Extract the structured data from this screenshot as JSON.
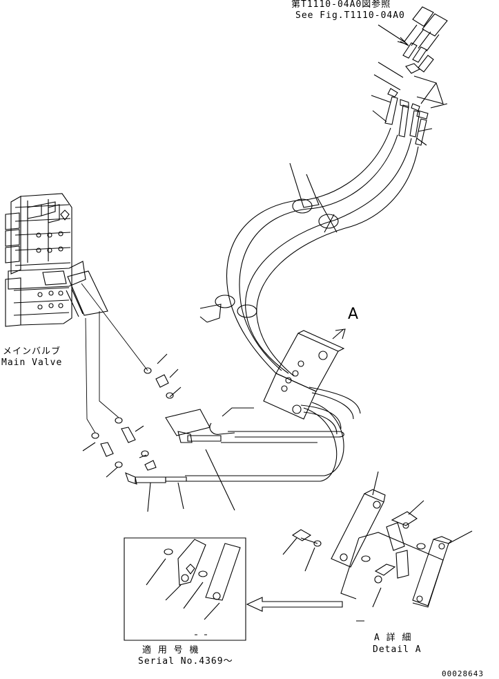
{
  "references": {
    "top_ref_jp": "第T1110-04A0図参照",
    "top_ref_en": "See Fig.T1110-04A0"
  },
  "main_valve": {
    "label_jp": "メインバルブ",
    "label_en": "Main Valve"
  },
  "callout_a": "A",
  "detail_a": {
    "label_jp": "A 詳 細",
    "label_en": "Detail A"
  },
  "serial_box": {
    "label_jp": "適 用 号 機",
    "label_en": "Serial No.4369～"
  },
  "drawing_number": "00028643"
}
